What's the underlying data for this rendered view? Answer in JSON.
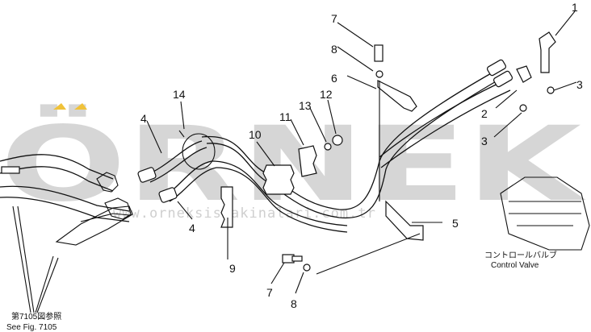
{
  "watermark": {
    "brand": "ÖRNEK",
    "url": "www.orneksismakinalari.com.tr",
    "accent_color": "#f0c23a"
  },
  "callouts": [
    "1",
    "2",
    "3",
    "3",
    "4",
    "4",
    "5",
    "6",
    "7",
    "7",
    "8",
    "8",
    "9",
    "10",
    "11",
    "12",
    "13",
    "14"
  ],
  "labels": {
    "control_valve_jp": "コントロールバルブ",
    "control_valve_en": "Control Valve",
    "see_fig_jp": "第7105図参照",
    "see_fig_en": "See Fig. 7105"
  },
  "colors": {
    "line": "#111111",
    "watermark": "#d6d6d6"
  }
}
